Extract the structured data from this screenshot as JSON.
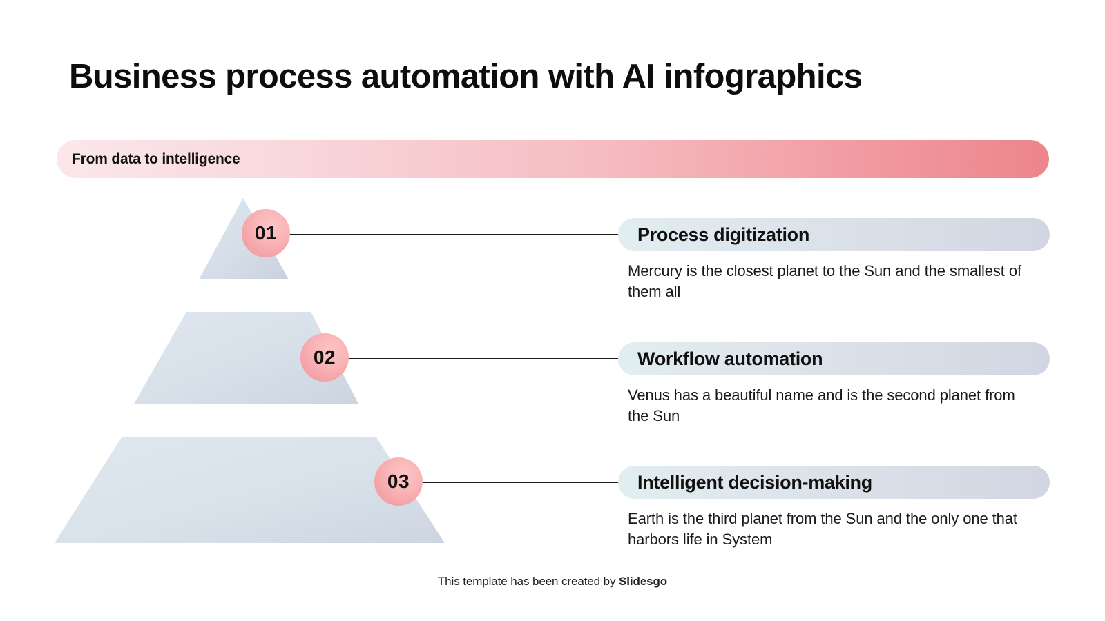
{
  "page": {
    "title": "Business process automation with AI infographics",
    "background_color": "#ffffff"
  },
  "banner": {
    "label": "From data to intelligence",
    "gradient_from": "#fbe7e9",
    "gradient_to": "#ec858c"
  },
  "pyramid": {
    "tier_fill_from": "#dde6ee",
    "tier_fill_to": "#ccd3e0",
    "tiers": [
      {
        "level": "01",
        "shape": "triangle"
      },
      {
        "level": "02",
        "shape": "trapezoid"
      },
      {
        "level": "03",
        "shape": "trapezoid"
      }
    ]
  },
  "badges": {
    "color_from": "#fcc5c6",
    "color_to": "#ef9499"
  },
  "items": [
    {
      "number": "01",
      "label": "Process digitization",
      "body": "Mercury is the closest planet to the Sun and the smallest of them all"
    },
    {
      "number": "02",
      "label": "Workflow automation",
      "body": "Venus has a beautiful name and is the second planet from the Sun"
    },
    {
      "number": "03",
      "label": "Intelligent decision-making",
      "body": "Earth is the third planet from the Sun and the only one that harbors life in System"
    }
  ],
  "footer": {
    "prefix": "This template has been created by ",
    "brand": "Slidesgo"
  }
}
